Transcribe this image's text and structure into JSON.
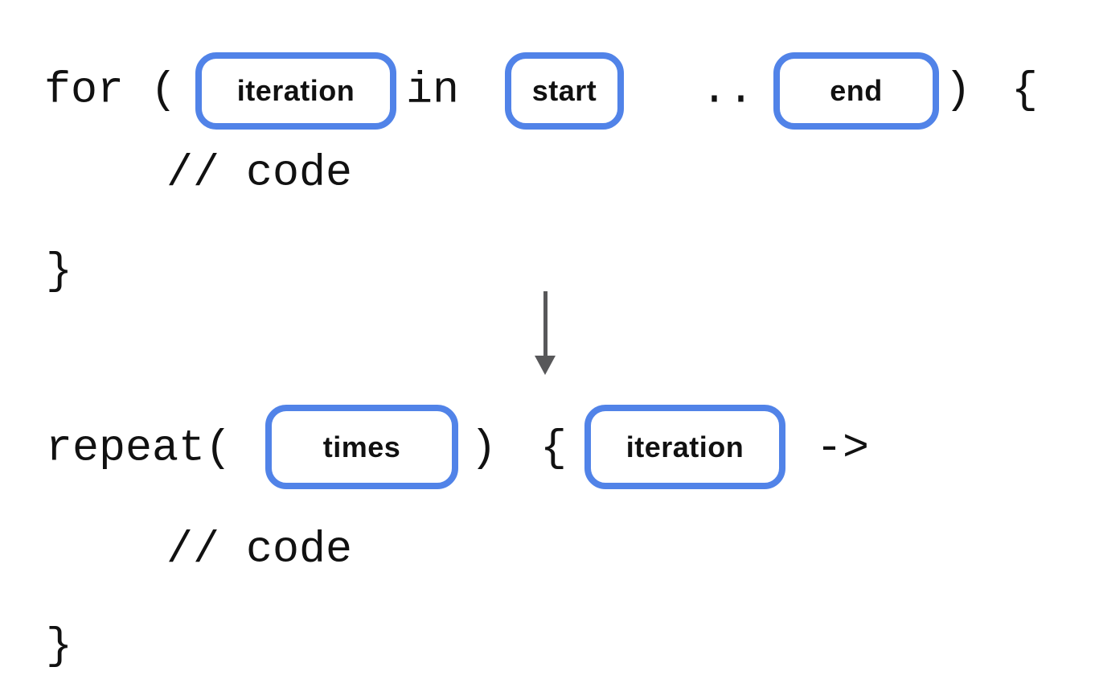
{
  "colors": {
    "background": "#ffffff",
    "placeholder_border": "#5183e8",
    "code_text": "#111111",
    "arrow": "#58585a"
  },
  "for_block": {
    "keyword": "for (",
    "placeholder_iteration": "iteration",
    "in_keyword": "in",
    "placeholder_start": "start",
    "range_operator": "..",
    "placeholder_end": "end",
    "close_paren": ")",
    "open_brace": "{",
    "body_comment": "// code",
    "close_brace": "}"
  },
  "transform_arrow": {
    "icon": "down-arrow",
    "direction": "down"
  },
  "repeat_block": {
    "keyword": "repeat(",
    "placeholder_times": "times",
    "close_paren": ")",
    "open_brace": "{",
    "placeholder_iteration": "iteration",
    "lambda_arrow": "->",
    "body_comment": "// code",
    "close_brace": "}"
  }
}
